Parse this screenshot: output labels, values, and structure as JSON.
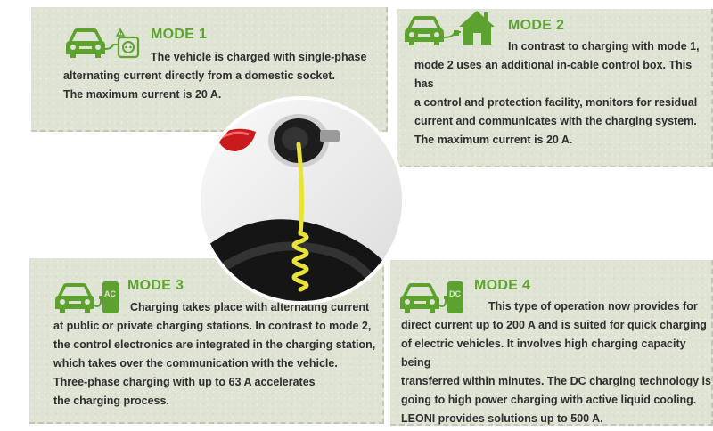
{
  "modes": [
    {
      "title": "MODE 1",
      "text": "The vehicle is charged with single-phase\nalternating current directly from a domestic socket.\nThe maximum current is 20 A.",
      "icon": "car-socket-icon"
    },
    {
      "title": "MODE 2",
      "text": "In contrast to charging with mode 1,\nmode 2 uses an additional in-cable control box. This has\na control and protection facility, monitors for residual\ncurrent and communicates with the charging system.\nThe maximum current is 20 A.",
      "icon": "car-house-icon"
    },
    {
      "title": "MODE 3",
      "text": "Charging takes place with alternating current\nat public or private charging stations. In contrast to mode 2,\nthe control electronics are integrated in the charging station,\nwhich takes over the communication with the vehicle.\nThree-phase charging with up to 63 A accelerates\nthe charging process.",
      "icon": "car-ac-station-icon",
      "station_label": "AC"
    },
    {
      "title": "MODE 4",
      "text": "This type of operation now provides for\ndirect current up to 200 A and is suited for quick charging\nof electric vehicles. It involves high charging capacity being\ntransferred within minutes. The DC charging technology is\ngoing to high power charging with active liquid cooling.\nLEONI provides solutions up to 500 A.",
      "icon": "car-dc-station-icon",
      "station_label": "DC"
    }
  ],
  "colors": {
    "accent": "#5da22f",
    "card_bg": "#dfe3d3",
    "text": "#2e2e2e",
    "cable": "#e8e23a"
  }
}
